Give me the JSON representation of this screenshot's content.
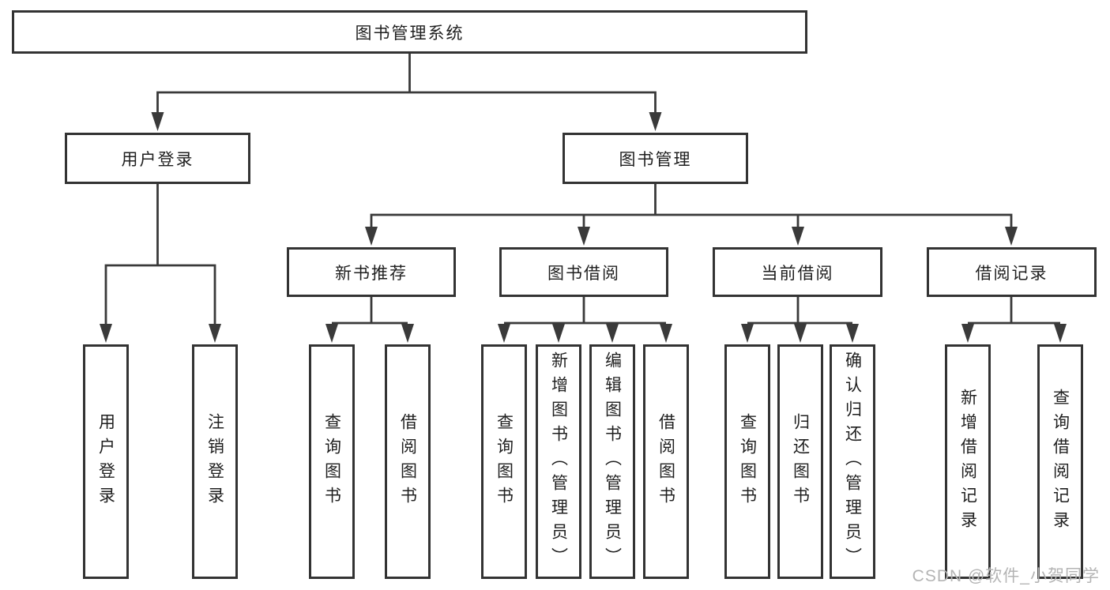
{
  "root": {
    "label": "图书管理系统"
  },
  "level2": {
    "user_login": {
      "label": "用户登录"
    },
    "book_mgmt": {
      "label": "图书管理"
    }
  },
  "level3": {
    "new_books": {
      "label": "新书推荐"
    },
    "borrow": {
      "label": "图书借阅"
    },
    "current": {
      "label": "当前借阅"
    },
    "records": {
      "label": "借阅记录"
    }
  },
  "leaves": {
    "login": {
      "label": "用户登录"
    },
    "logout": {
      "label": "注销登录"
    },
    "nb_query": {
      "label": "查询图书"
    },
    "nb_borrow": {
      "label": "借阅图书"
    },
    "bw_query": {
      "label": "查询图书"
    },
    "bw_add": {
      "label": "新增图书（管理员）"
    },
    "bw_edit": {
      "label": "编辑图书（管理员）"
    },
    "bw_borrow": {
      "label": "借阅图书"
    },
    "cur_query": {
      "label": "查询图书"
    },
    "cur_return": {
      "label": "归还图书"
    },
    "cur_confirm": {
      "label": "确认归还（管理员）"
    },
    "rec_add": {
      "label": "新增借阅记录"
    },
    "rec_query": {
      "label": "查询借阅记录"
    }
  },
  "watermark": "CSDN @软件_小贺同学",
  "colors": {
    "line": "#3a3a3a",
    "border": "#333333",
    "fill": "#ffffff",
    "text": "#1f1f1f",
    "watermark": "#b4b4b4"
  }
}
